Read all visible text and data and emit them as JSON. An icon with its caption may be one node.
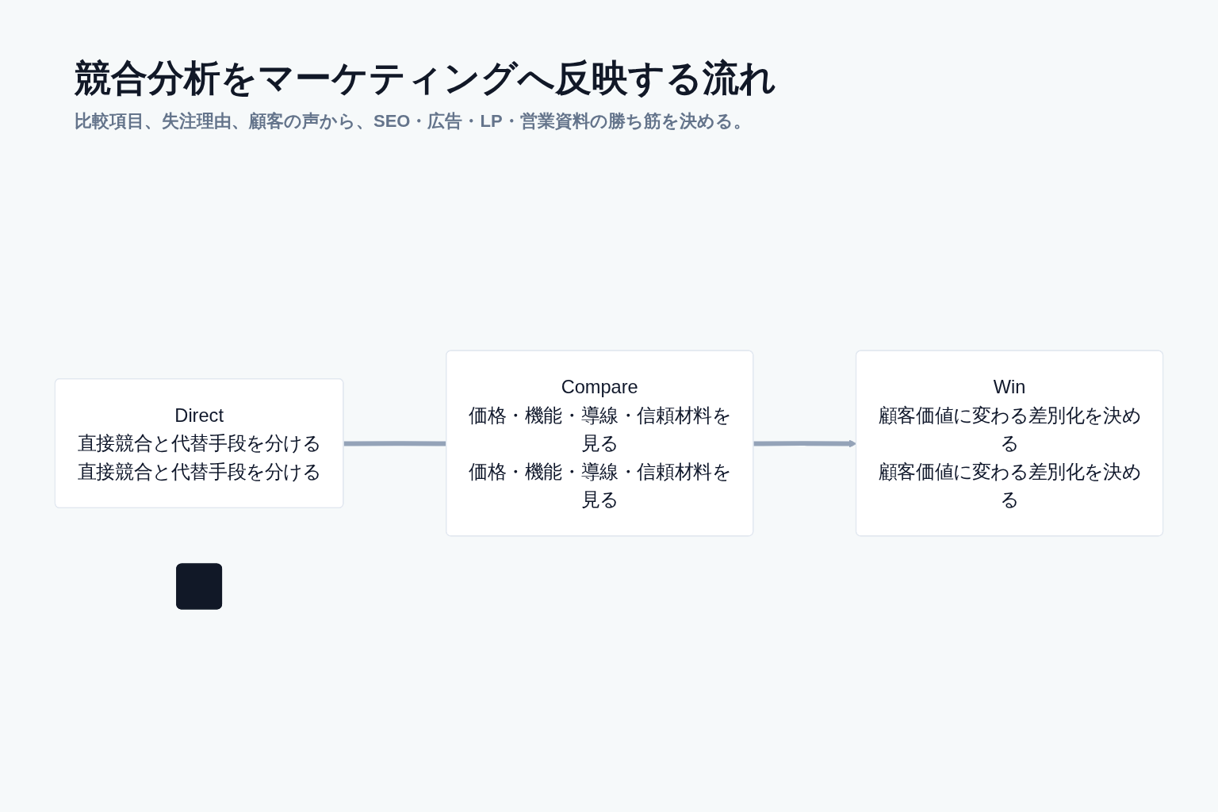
{
  "diagram": {
    "title": "競合分析をマーケティングへ反映する流れ",
    "nodes": [
      {
        "text": [
          "Direct",
          "直接競合と代替手段を分ける",
          "直接競合と代替手段を分ける"
        ]
      },
      {
        "text": [
          "Compare",
          "価格・機能・導線・信頼材料を見る",
          "価格・機能・導線・信頼材料を見る"
        ]
      },
      {
        "text": [
          "Win",
          "顧客価値に変わる差別化を決める",
          "顧客価値に変わる差別化を決める"
        ]
      },
      {
        "text": [],
        "shape": "bar"
      }
    ],
    "edges": [
      {
        "from": 0,
        "to": 1,
        "arrow": "none"
      },
      {
        "from": 1,
        "to": 2,
        "arrow": "to"
      }
    ],
    "labels": [
      "比較項目、失注理由、顧客の声から、SEO・広告・LP・営業資料の勝ち筋を決める。"
    ]
  }
}
